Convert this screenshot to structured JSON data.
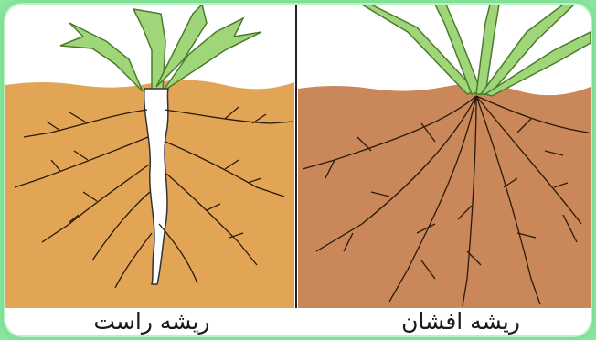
{
  "panels": [
    {
      "id": "taproot",
      "caption": "ریشه راست"
    },
    {
      "id": "fibrous",
      "caption": "ریشه افشان"
    }
  ],
  "colors": {
    "background": "#8ee6a0",
    "soil_left": "#e2a555",
    "soil_right": "#c9875a",
    "leaf": "#9fd67a",
    "root_line": "#2a1a0a",
    "taproot_fill": "#ffffff"
  }
}
